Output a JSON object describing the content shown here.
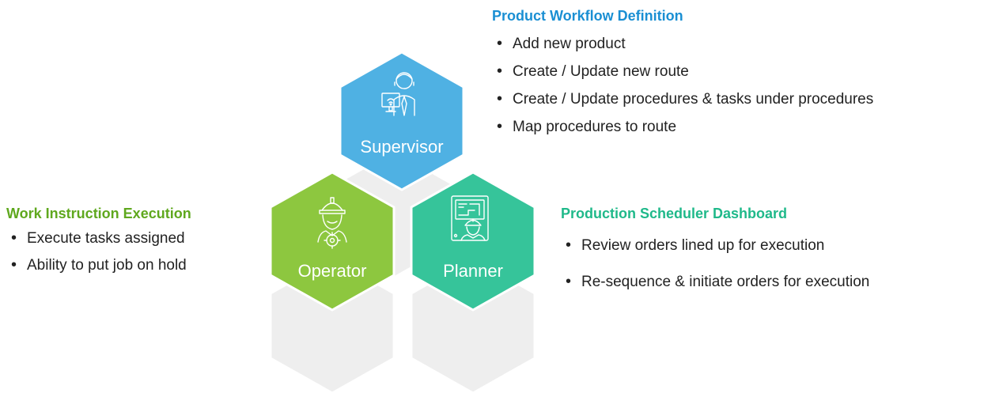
{
  "colors": {
    "supervisor": "#4fb1e3",
    "operator": "#8dc73f",
    "planner": "#36c49a",
    "ghost": "#eeeeee",
    "heading_blue": "#1a8fd3",
    "heading_green": "#5fa81e",
    "heading_teal": "#1fb98a"
  },
  "hexagons": {
    "supervisor": {
      "label": "Supervisor",
      "icon": "supervisor-computer-icon"
    },
    "operator": {
      "label": "Operator",
      "icon": "worker-hardhat-gear-icon"
    },
    "planner": {
      "label": "Planner",
      "icon": "planner-blueprint-icon"
    }
  },
  "workflow": {
    "heading": "Product Workflow Definition",
    "items": [
      "Add new product",
      "Create / Update new route",
      "Create / Update procedures & tasks under procedures",
      "Map procedures to route"
    ]
  },
  "work_instruction": {
    "heading": "Work Instruction Execution",
    "items": [
      "Execute tasks assigned",
      "Ability to put job on hold"
    ]
  },
  "scheduler": {
    "heading": "Production Scheduler Dashboard",
    "items": [
      "Review orders lined up for execution",
      "Re-sequence & initiate orders for execution"
    ]
  }
}
